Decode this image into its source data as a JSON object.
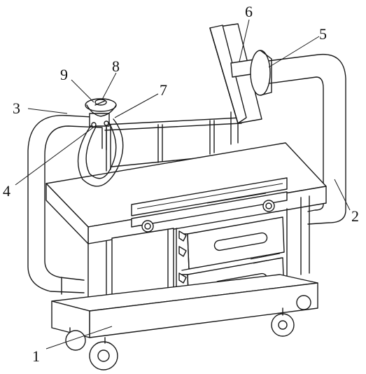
{
  "callouts": [
    {
      "id": "1",
      "text": "1"
    },
    {
      "id": "2",
      "text": "2"
    },
    {
      "id": "3",
      "text": "3"
    },
    {
      "id": "4",
      "text": "4"
    },
    {
      "id": "5",
      "text": "5"
    },
    {
      "id": "6",
      "text": "6"
    },
    {
      "id": "7",
      "text": "7"
    },
    {
      "id": "8",
      "text": "8"
    },
    {
      "id": "9",
      "text": "9"
    }
  ],
  "colors": {
    "stroke": "#1a1a1a",
    "fill": "#ffffff"
  }
}
